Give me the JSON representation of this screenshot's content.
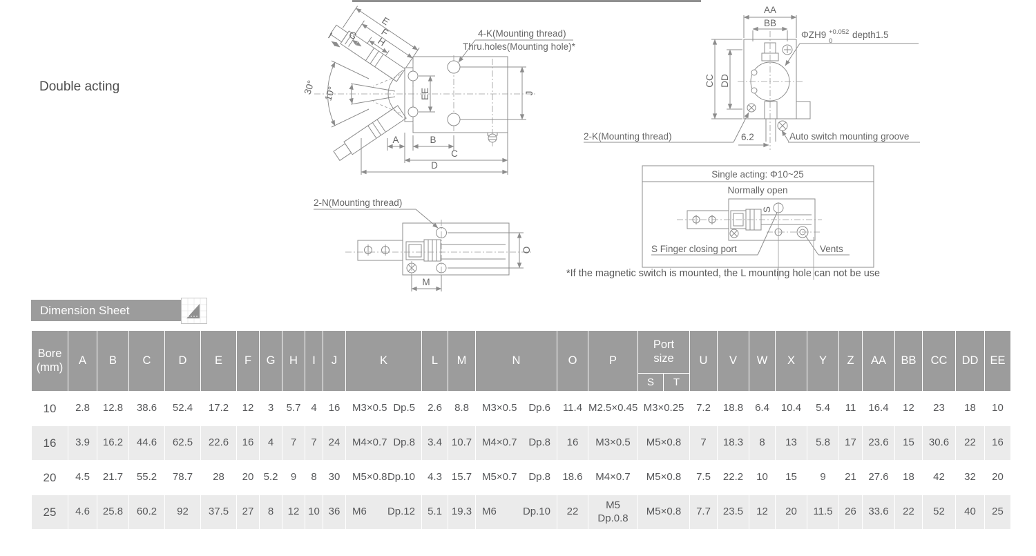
{
  "colors": {
    "header_bg": "#9c9c9c",
    "row_alt_bg": "#ebebeb",
    "drawing_line": "#8c8c8c",
    "text_gray": "#595959"
  },
  "page": {
    "variant_label": "Double acting",
    "footnote": "*If the magnetic switch is mounted, the L mounting hole can not be use"
  },
  "top_view": {
    "dim_e": "E",
    "dim_f": "F",
    "dim_g": "G",
    "dim_h": "H",
    "dim_i": "I",
    "angle_outer": "30°",
    "angle_inner": "10°",
    "dim_ee": "EE",
    "dim_j": "J",
    "dim_a": "A",
    "dim_b": "B",
    "dim_c": "C",
    "dim_d": "D",
    "note_line1": "4-K(Mounting thread)",
    "note_line2": "Thru.holes(Mounting hole)*"
  },
  "end_view": {
    "dim_aa": "AA",
    "dim_bb": "BB",
    "dim_cc": "CC",
    "dim_dd": "DD",
    "hole_spec": "ΦZH9",
    "hole_tol_upper": "+0.052",
    "hole_tol_lower": "0",
    "hole_depth": "depth1.5",
    "note_thread": "2-K(Mounting thread)",
    "dim_offset": "6.2",
    "note_groove": "Auto switch mounting groove"
  },
  "side_view": {
    "note_thread": "2-N(Mounting thread)",
    "dim_m": "M",
    "dim_o": "O"
  },
  "single_acting_view": {
    "title": "Single acting: Φ10~25",
    "subtitle": "Normally open",
    "port_mark": "S",
    "note_closing_port": "S Finger closing port",
    "note_vents": "Vents"
  },
  "dimension_sheet": {
    "title": "Dimension Sheet",
    "bore_header": "Bore\n(mm)",
    "columns_left": [
      "A",
      "B",
      "C",
      "D",
      "E",
      "F",
      "G",
      "H",
      "I",
      "J",
      "K",
      "L",
      "M",
      "N",
      "O",
      "P"
    ],
    "port_size_header": "Port\nsize",
    "port_sub_columns": [
      "S",
      "T"
    ],
    "columns_right": [
      "U",
      "V",
      "W",
      "X",
      "Y",
      "Z",
      "AA",
      "BB",
      "CC",
      "DD",
      "EE"
    ],
    "rows": [
      {
        "bore": "10",
        "cells": [
          "2.8",
          "12.8",
          "38.6",
          "52.4",
          "17.2",
          "12",
          "3",
          "5.7",
          "4",
          "16",
          [
            "M3×0.5",
            "Dp.5"
          ],
          "2.6",
          "8.8",
          [
            "M3×0.5",
            "Dp.6"
          ],
          "11.4",
          "M2.5×0.45",
          "M3×0.25",
          "7.2",
          "18.8",
          "6.4",
          "10.4",
          "5.4",
          "11",
          "16.4",
          "12",
          "23",
          "18",
          "10"
        ]
      },
      {
        "bore": "16",
        "cells": [
          "3.9",
          "16.2",
          "44.6",
          "62.5",
          "22.6",
          "16",
          "4",
          "7",
          "7",
          "24",
          [
            "M4×0.7",
            "Dp.8"
          ],
          "3.4",
          "10.7",
          [
            "M4×0.7",
            "Dp.8"
          ],
          "16",
          "M3×0.5",
          "M5×0.8",
          "7",
          "18.3",
          "8",
          "13",
          "5.8",
          "17",
          "23.6",
          "15",
          "30.6",
          "22",
          "16"
        ]
      },
      {
        "bore": "20",
        "cells": [
          "4.5",
          "21.7",
          "55.2",
          "78.7",
          "28",
          "20",
          "5.2",
          "9",
          "8",
          "30",
          [
            "M5×0.8",
            "Dp.10"
          ],
          "4.3",
          "15.7",
          [
            "M5×0.7",
            "Dp.8"
          ],
          "18.6",
          "M4×0.7",
          "M5×0.8",
          "7.5",
          "22.2",
          "10",
          "15",
          "9",
          "21",
          "27.6",
          "18",
          "42",
          "32",
          "20"
        ]
      },
      {
        "bore": "25",
        "cells": [
          "4.6",
          "25.8",
          "60.2",
          "92",
          "37.5",
          "27",
          "8",
          "12",
          "10",
          "36",
          [
            "M6",
            "Dp.12"
          ],
          "5.1",
          "19.3",
          [
            "M6",
            "Dp.10"
          ],
          "22",
          "M5\nDp.0.8",
          "M5×0.8",
          "7.7",
          "23.5",
          "12",
          "20",
          "11.5",
          "26",
          "33.6",
          "22",
          "52",
          "40",
          "25"
        ]
      }
    ]
  }
}
